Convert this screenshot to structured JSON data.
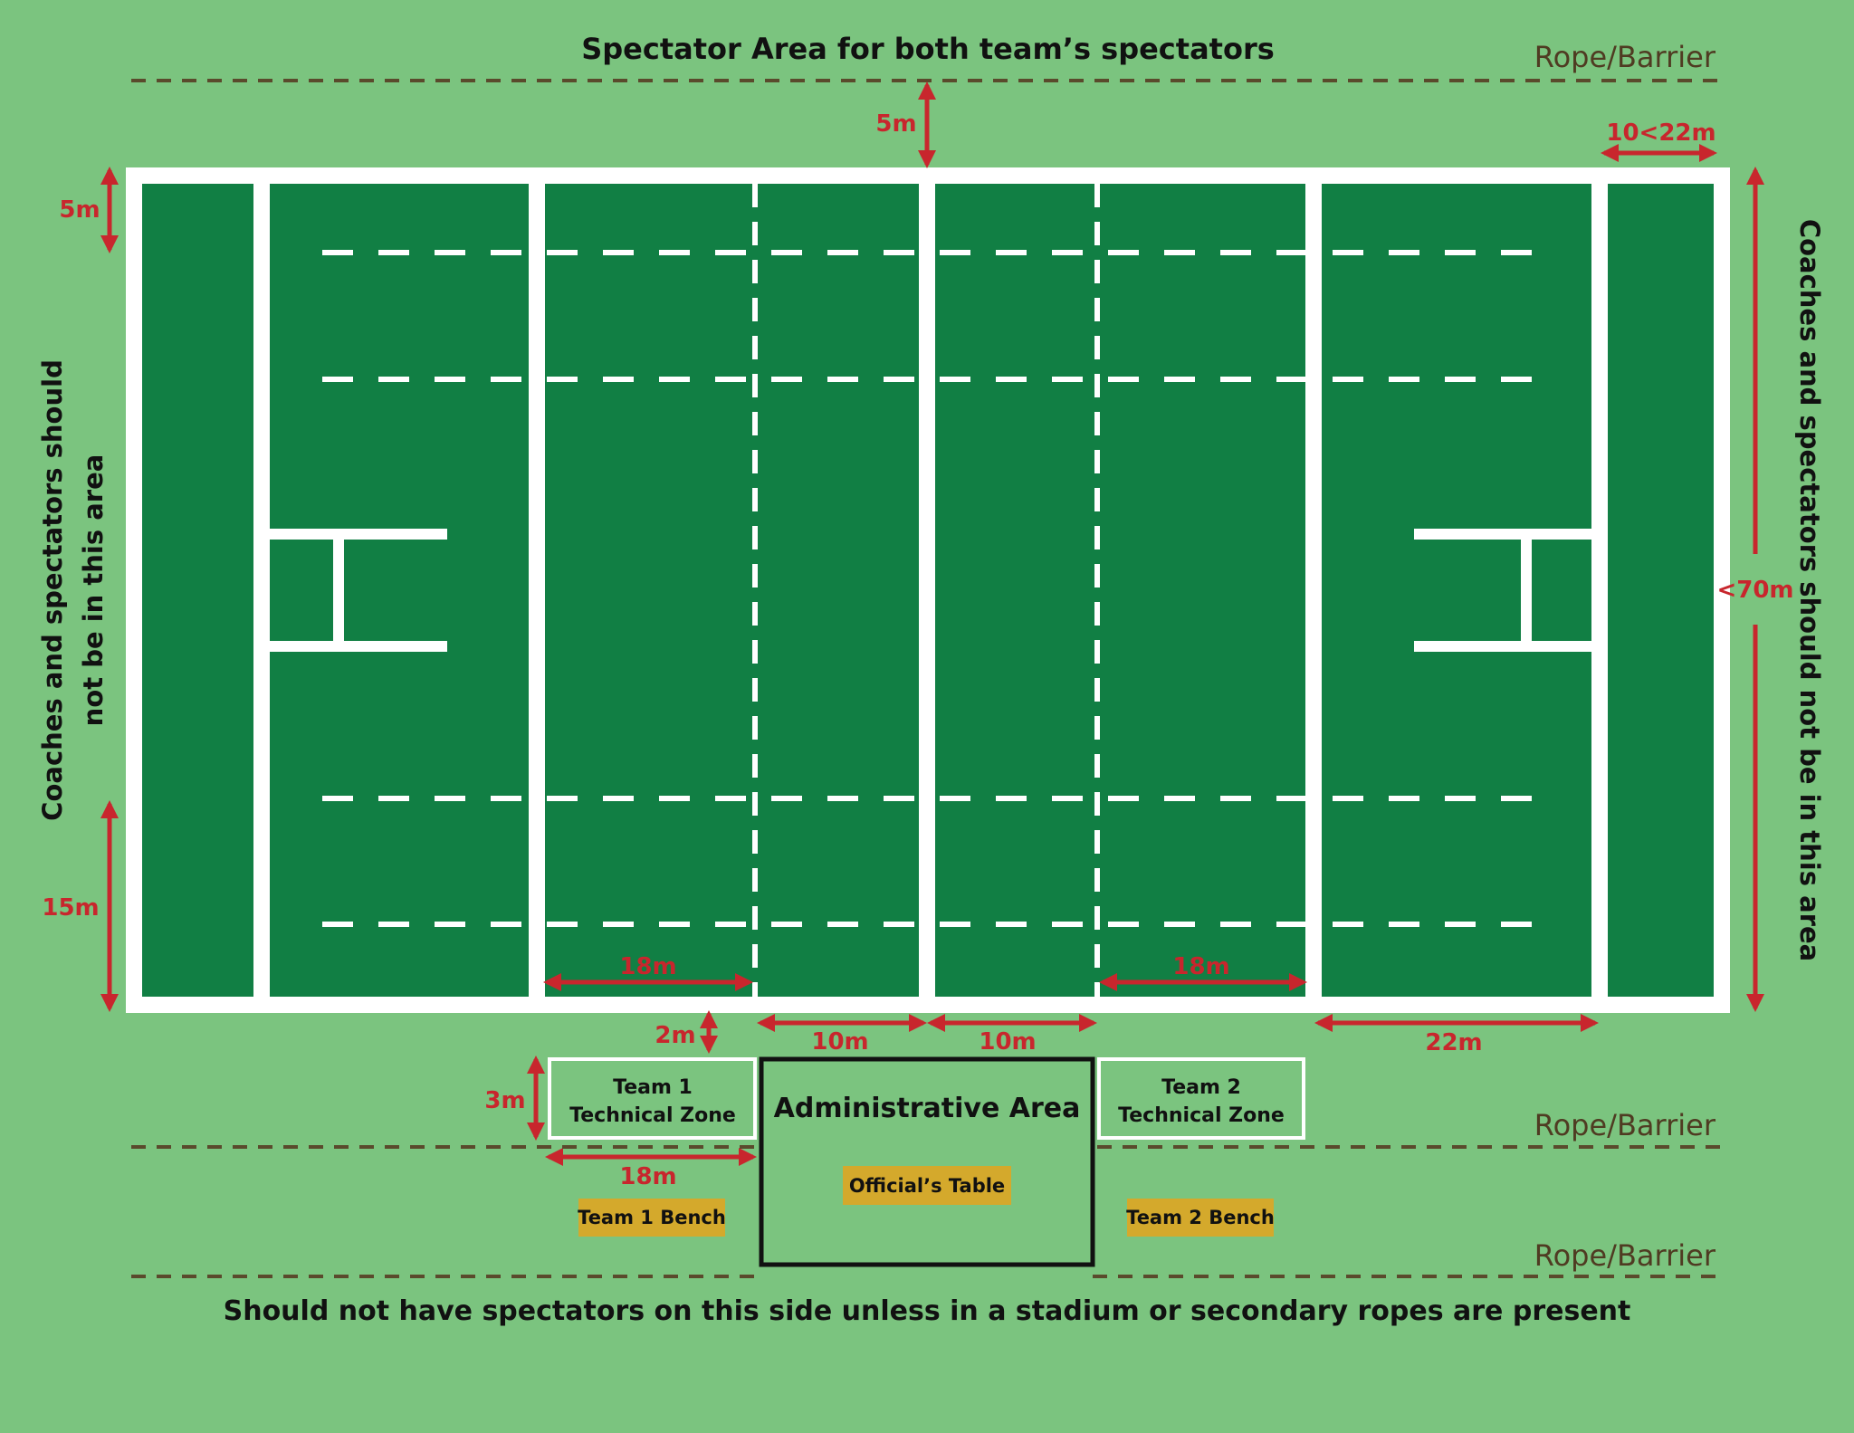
{
  "spectator_area_label": "Spectator Area for both team’s spectators",
  "bottom_note": "Should not have spectators on this side unless in a stadium or secondary ropes are present",
  "left_note_line1": "Coaches and spectators should",
  "left_note_line2": "not be in this area",
  "right_note": "Coaches and spectators should not be in this area",
  "rope_barrier_top": "Rope/Barrier",
  "rope_barrier_middle": "Rope/Barrier",
  "rope_barrier_bottom": "Rope/Barrier",
  "dimensions": {
    "top_gap": "5m",
    "in_goal_depth": "10<22m",
    "width": "<70m",
    "left_top": "5m",
    "left_bottom": "15m",
    "left_18m": "18m",
    "right_18m": "18m",
    "left_10m": "10m",
    "right_10m": "10m",
    "twenty_two": "22m",
    "zone_gap": "2m",
    "zone_depth": "3m",
    "zone_length": "18m"
  },
  "team1_zone_line1": "Team 1",
  "team1_zone_line2": "Technical Zone",
  "team2_zone_line1": "Team 2",
  "team2_zone_line2": "Technical Zone",
  "admin_area": "Administrative Area",
  "officials_table": "Official’s Table",
  "team1_bench": "Team 1 Bench",
  "team2_bench": "Team 2 Bench",
  "colors": {
    "surround": "#7bc47f",
    "pitch": "#117f44",
    "lines": "#ffffff",
    "arrows": "#c8262d",
    "barrier": "#5a4a2c",
    "bench": "#d4a92c"
  }
}
